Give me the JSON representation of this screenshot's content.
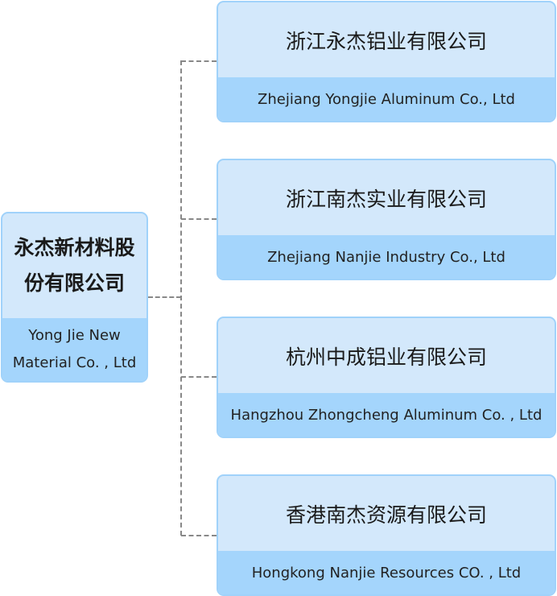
{
  "parent": {
    "zh": "永杰新材料股份有限公司",
    "en": "Yong Jie New Material Co. , Ltd"
  },
  "children": [
    {
      "zh": "浙江永杰铝业有限公司",
      "en": "Zhejiang Yongjie Aluminum Co., Ltd"
    },
    {
      "zh": "浙江南杰实业有限公司",
      "en": "Zhejiang Nanjie Industry Co., Ltd"
    },
    {
      "zh": "杭州中成铝业有限公司",
      "en": "Hangzhou Zhongcheng Aluminum Co. , Ltd"
    },
    {
      "zh": "香港南杰资源有限公司",
      "en": "Hongkong Nanjie Resources CO. , Ltd"
    }
  ],
  "colors": {
    "header": "#d3e8fb",
    "footer": "#a4d5fc",
    "border": "#a0d2fa",
    "connector": "#888888"
  }
}
